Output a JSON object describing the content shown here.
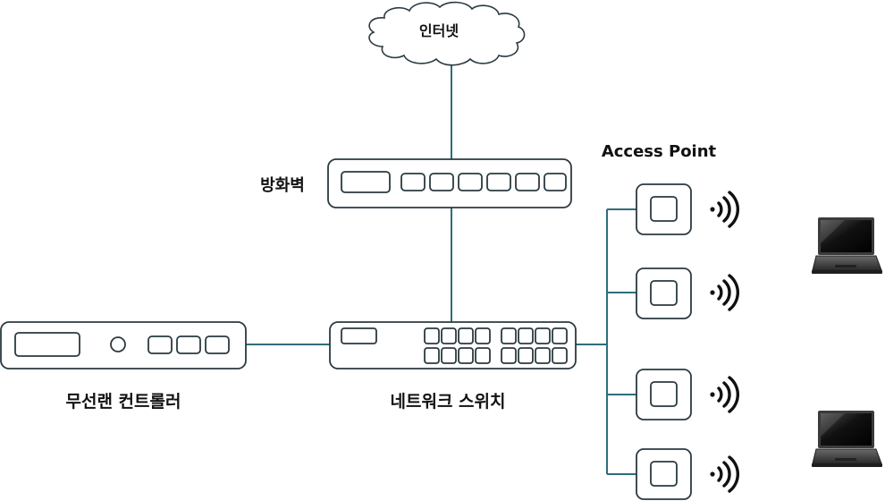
{
  "labels": {
    "internet": "인터넷",
    "firewall": "방화벽",
    "access_point": "Access Point",
    "wlan_controller": "무선랜 컨트롤러",
    "network_switch": "네트워크 스위치"
  },
  "devices": {
    "access_points": 4,
    "laptops": 2
  },
  "colors": {
    "device_stroke": "#2a3a40",
    "link": "#2e6d7c",
    "laptop_body": "#3b3b3b",
    "laptop_screen": "#161616"
  },
  "icons": [
    "cloud-icon",
    "firewall-icon",
    "switch-icon",
    "controller-icon",
    "access-point-icon",
    "wifi-signal-icon",
    "laptop-icon"
  ]
}
